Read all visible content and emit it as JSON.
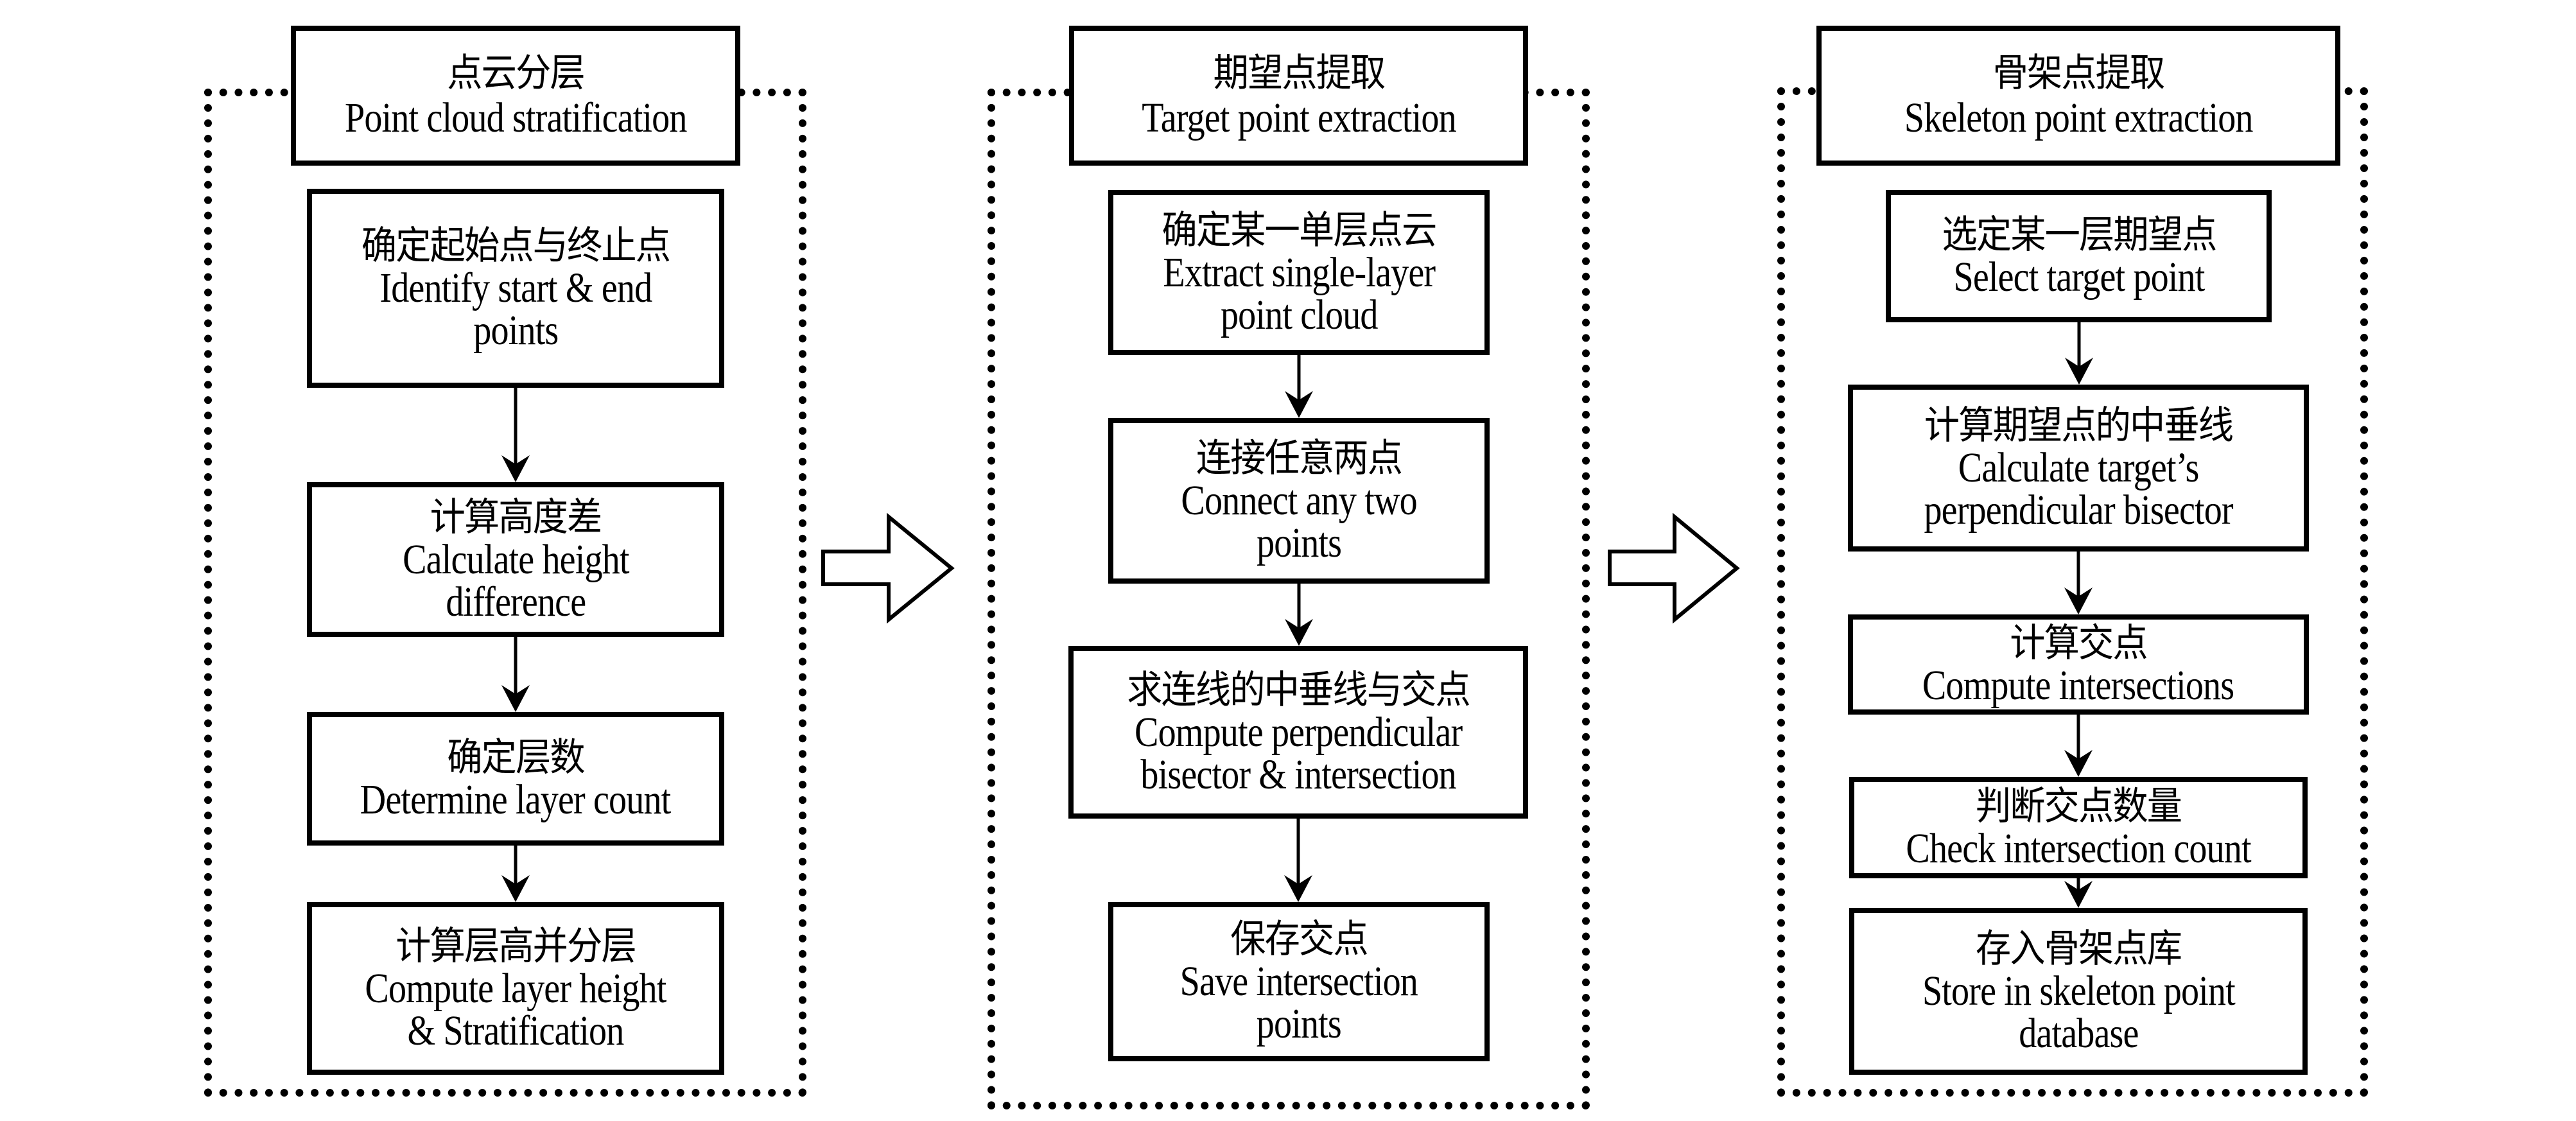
{
  "stages": [
    {
      "title_zh": "点云分层",
      "title_en": "Point cloud stratification",
      "steps": [
        {
          "zh": "确定起始点与终止点",
          "en": "Identify start & end\npoints"
        },
        {
          "zh": "计算高度差",
          "en": "Calculate height\ndifference"
        },
        {
          "zh": "确定层数",
          "en": "Determine layer count"
        },
        {
          "zh": "计算层高并分层",
          "en": "Compute layer height\n& Stratification"
        }
      ]
    },
    {
      "title_zh": "期望点提取",
      "title_en": "Target point extraction",
      "steps": [
        {
          "zh": "确定某一单层点云",
          "en": "Extract single-layer\npoint cloud"
        },
        {
          "zh": "连接任意两点",
          "en": "Connect any two\npoints"
        },
        {
          "zh": "求连线的中垂线与交点",
          "en": "Compute perpendicular\nbisector & intersection"
        },
        {
          "zh": "保存交点",
          "en": "Save intersection\npoints"
        }
      ]
    },
    {
      "title_zh": "骨架点提取",
      "title_en": "Skeleton point extraction",
      "steps": [
        {
          "zh": "选定某一层期望点",
          "en": "Select target point"
        },
        {
          "zh": "计算期望点的中垂线",
          "en": "Calculate target’s\nperpendicular bisector"
        },
        {
          "zh": "计算交点",
          "en": "Compute intersections"
        },
        {
          "zh": "判断交点数量",
          "en": "Check intersection count"
        },
        {
          "zh": "存入骨架点库",
          "en": "Store in skeleton point\ndatabase"
        }
      ]
    }
  ]
}
